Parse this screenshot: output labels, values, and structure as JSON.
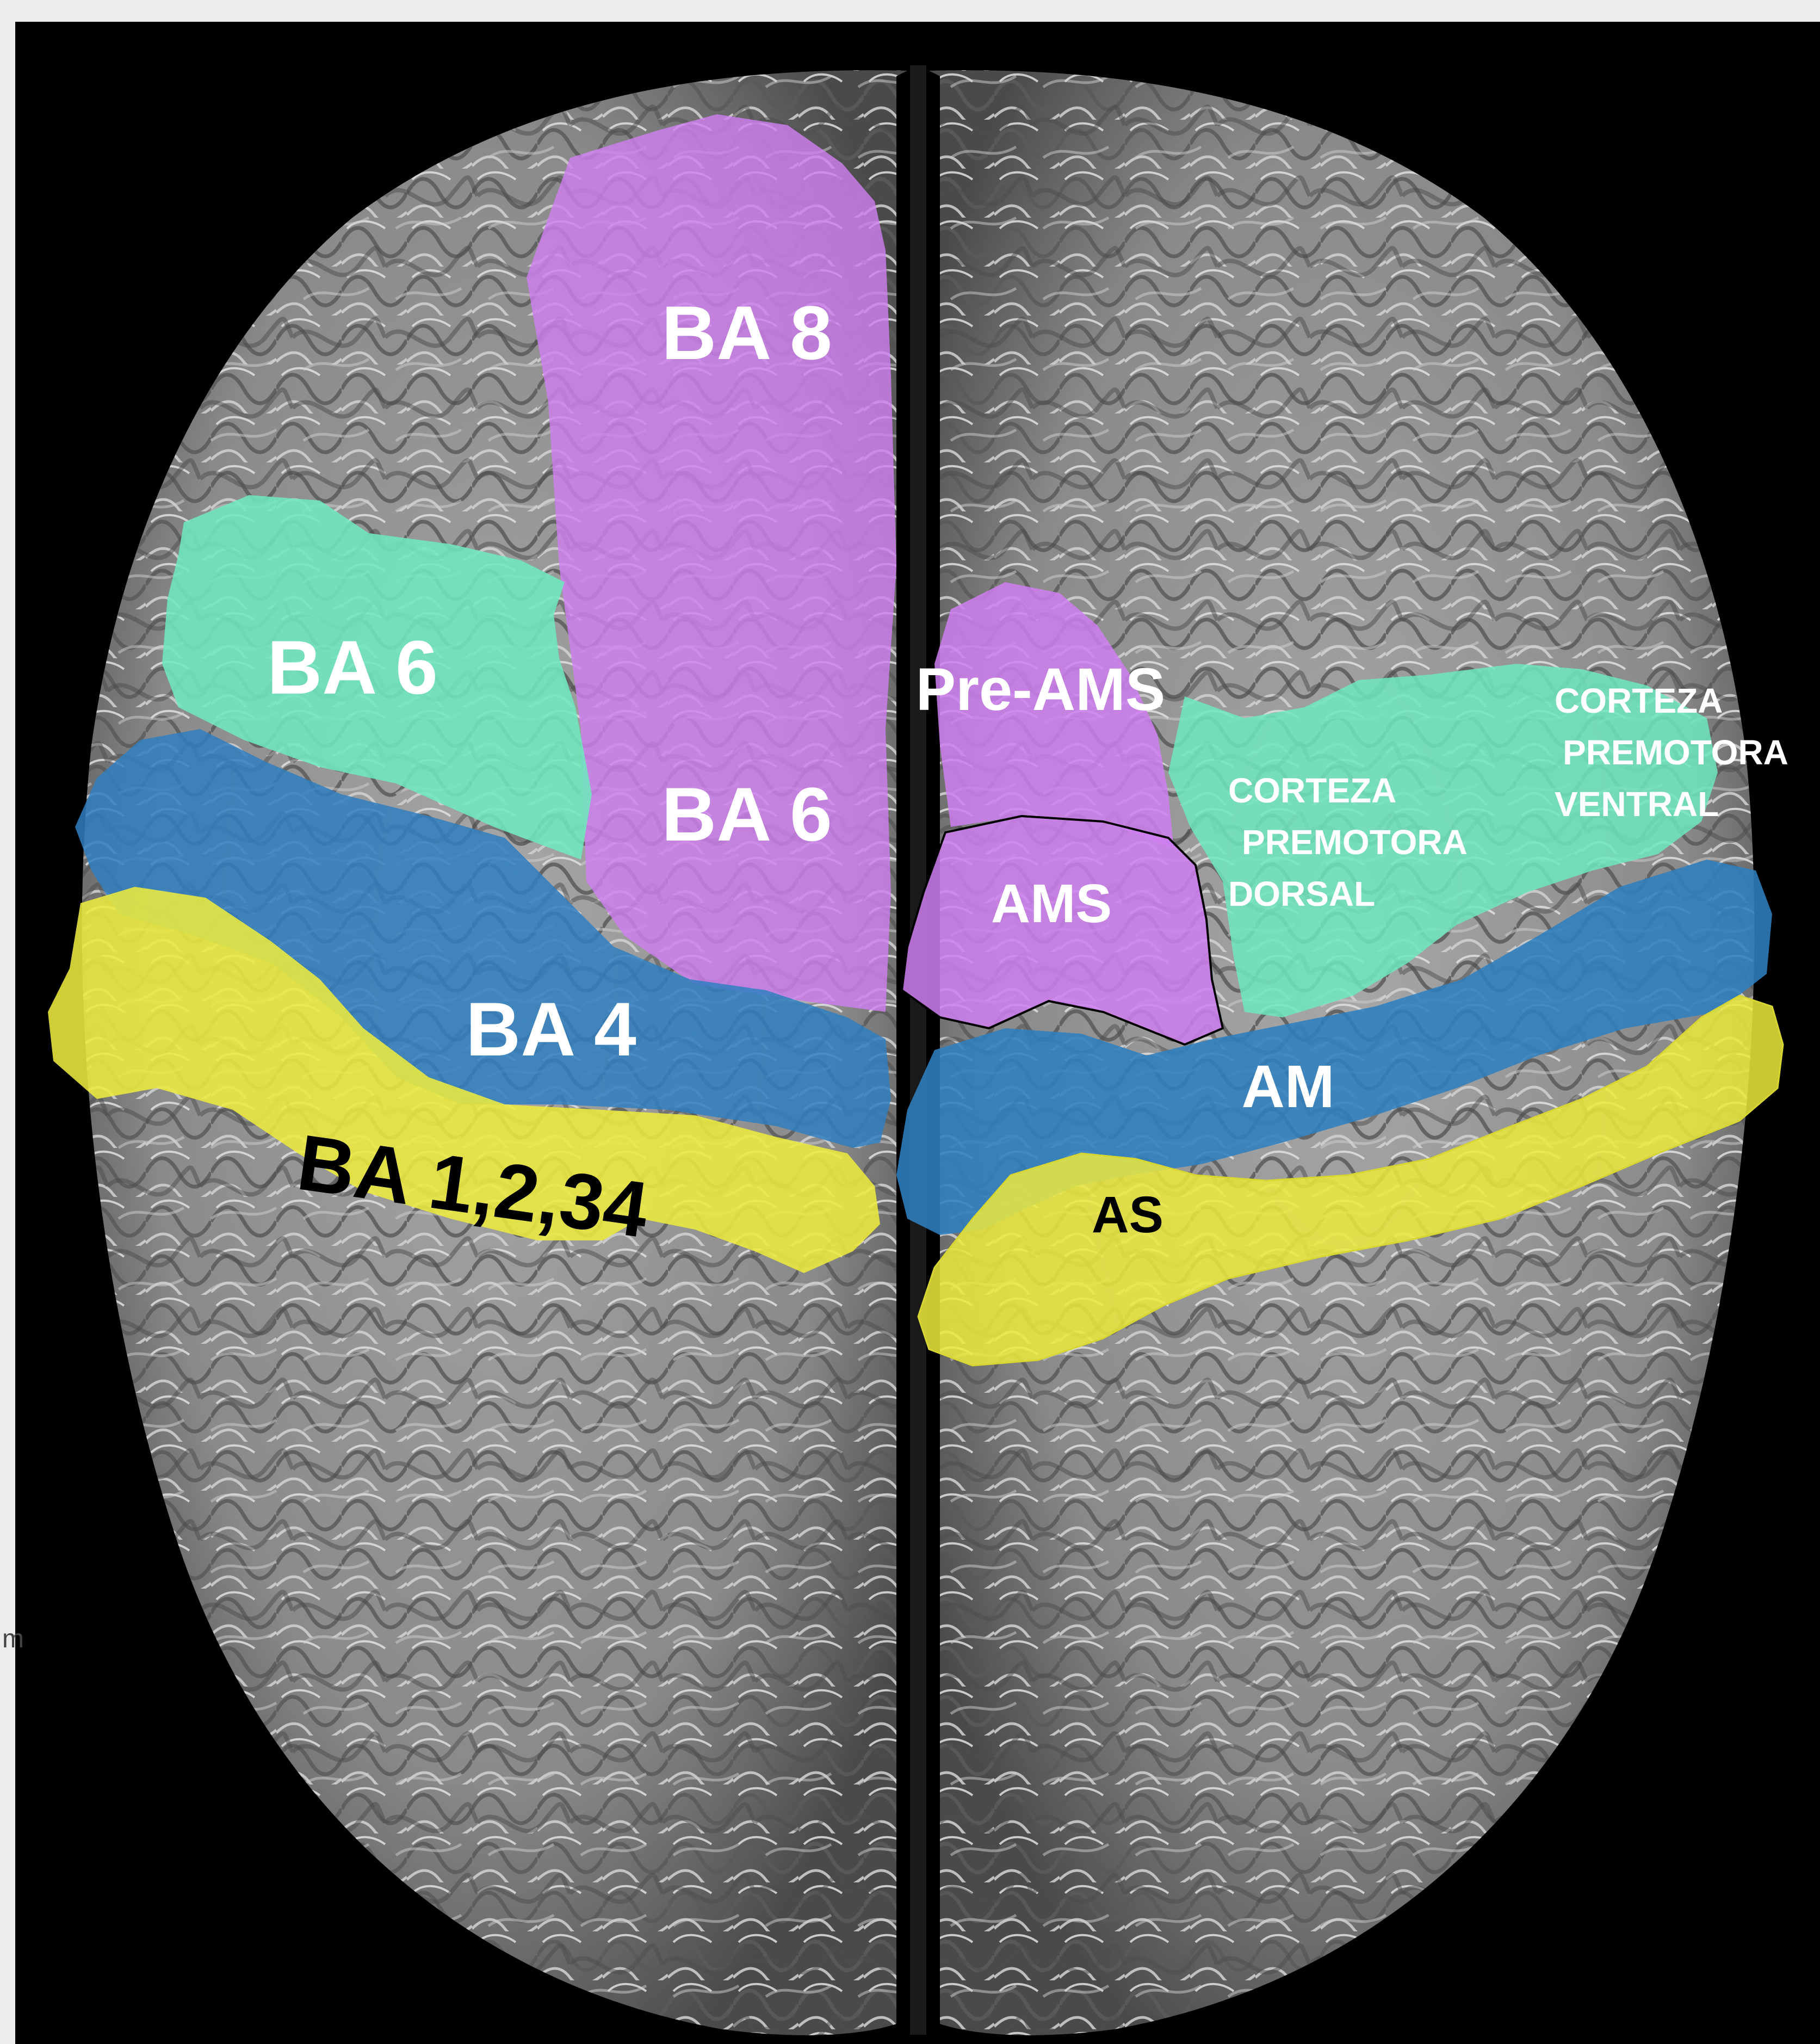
{
  "image": {
    "subject": "brain-top-view",
    "side_mark": "m"
  },
  "colors": {
    "purple": "#cf7ff0",
    "mint": "#6ee8bd",
    "blue": "#2f7fbf",
    "yellow": "#ecea3d",
    "label_light": "#ffffff",
    "label_dark": "#000000"
  },
  "labels": {
    "ba8": "BA 8",
    "ba6_left": "BA 6",
    "ba6_center": "BA 6",
    "pre_ams": "Pre-AMS",
    "ams": "AMS",
    "ba4": "BA 4",
    "am": "AM",
    "ba_sensory": "BA 1,2,34",
    "as": "AS",
    "dorsal": [
      "CORTEZA",
      "PREMOTORA",
      "DORSAL"
    ],
    "ventral": [
      "CORTEZA",
      "PREMOTORA",
      "VENTRAL"
    ]
  }
}
